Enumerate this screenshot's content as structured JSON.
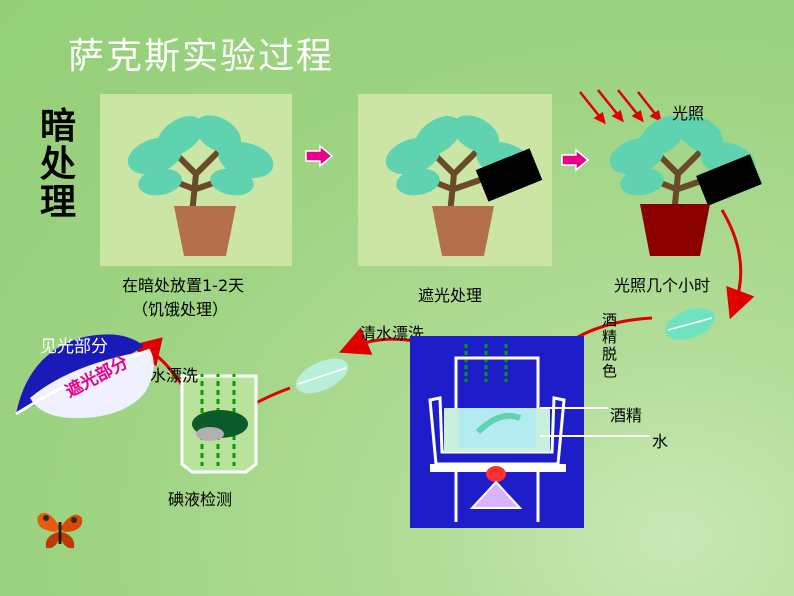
{
  "title": "萨克斯实验过程",
  "dark_treatment": "暗处理",
  "steps": {
    "step1_line1": "在暗处放置1-2天",
    "step1_line2": "（饥饿处理）",
    "step2": "遮光处理",
    "light_label": "光照",
    "step3": "光照几个小时",
    "alcohol_decolor": "酒精脱色",
    "rinse_upper": "清水漂洗",
    "rinse_lower": "清水漂洗",
    "alcohol": "酒精",
    "water": "水",
    "iodine_test": "碘液检测"
  },
  "result": {
    "lit_part": "见光部分",
    "shaded_part": "遮光部分"
  },
  "colors": {
    "title": "#ffffff",
    "leaf": "#5fd3b0",
    "pot_light": "#b3704a",
    "pot_dark": "#8a0000",
    "arrow_red": "#e00000",
    "arrow_pink": "#e8008a",
    "apparatus_bg": "#1d1dc9"
  }
}
